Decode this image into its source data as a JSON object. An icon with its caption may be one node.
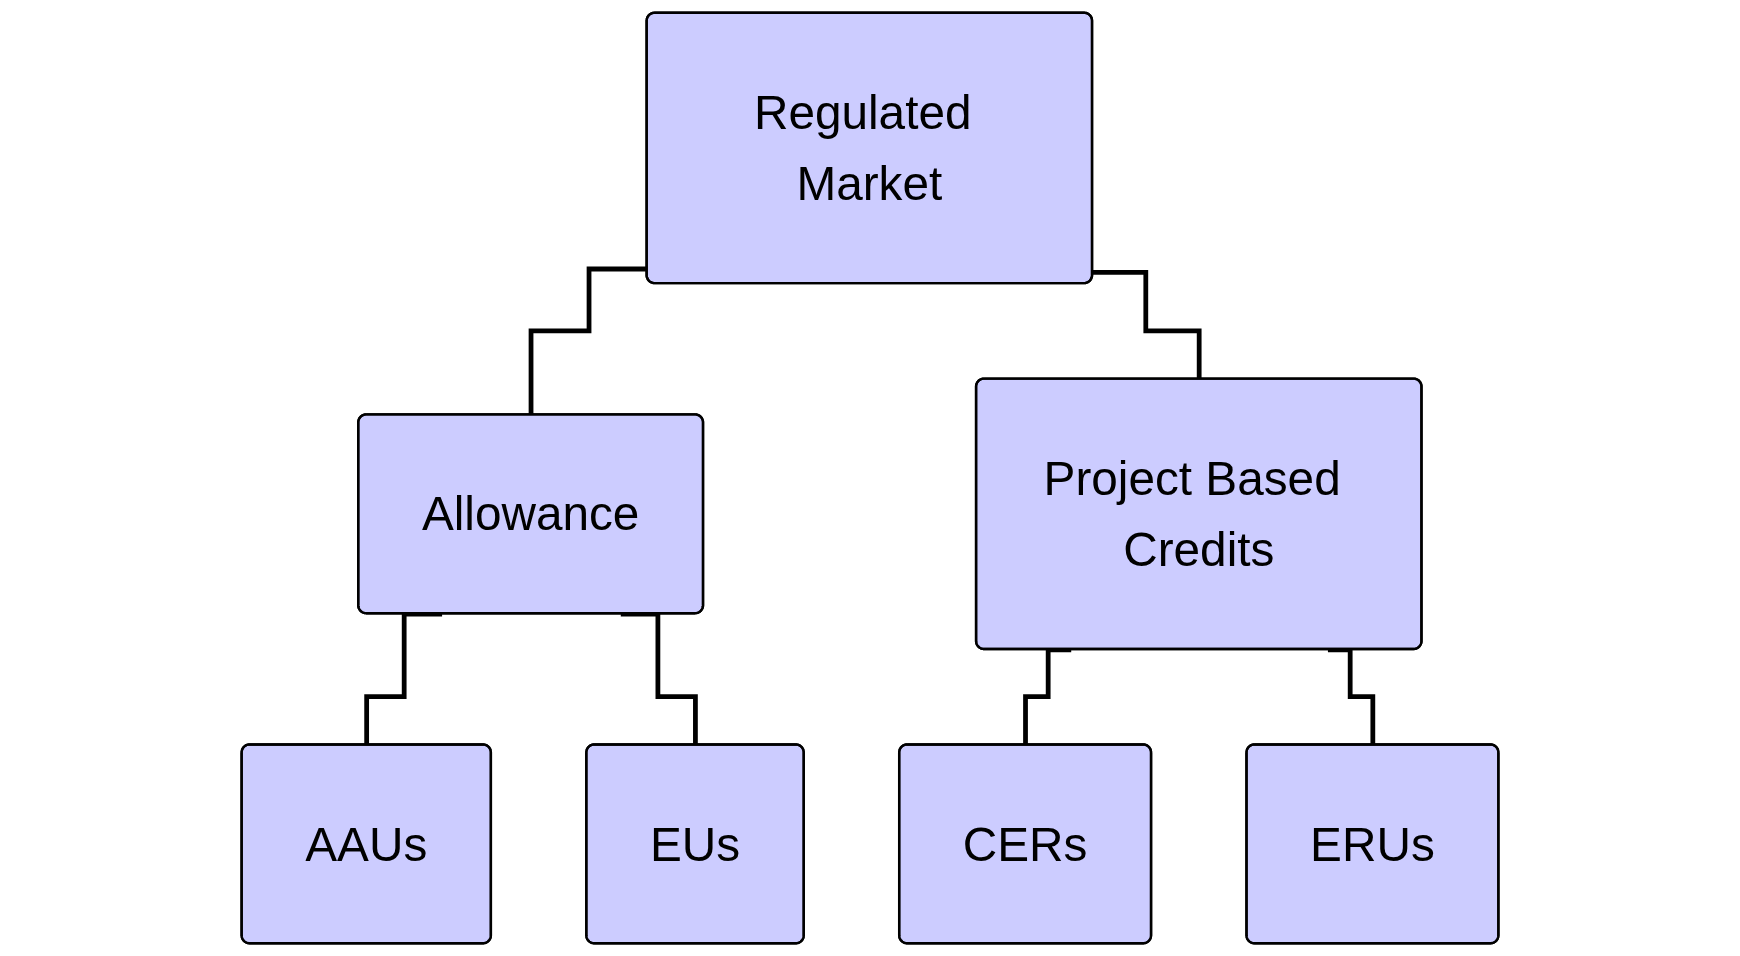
{
  "diagram": {
    "nodes": [
      {
        "text": [
          "Regulated Market"
        ]
      },
      {
        "text": [
          "Allowance"
        ]
      },
      {
        "text": [
          "Project Based Credits"
        ]
      },
      {
        "text": [
          "AAUs"
        ]
      },
      {
        "text": [
          "EUs"
        ]
      },
      {
        "text": [
          "CERs"
        ]
      },
      {
        "text": [
          "ERUs"
        ]
      }
    ],
    "edges": [
      {
        "from": 0,
        "to": 1,
        "arrow": "none"
      },
      {
        "from": 0,
        "to": 2,
        "arrow": "none"
      },
      {
        "from": 1,
        "to": 3,
        "arrow": "none"
      },
      {
        "from": 1,
        "to": 4,
        "arrow": "none"
      },
      {
        "from": 2,
        "to": 5,
        "arrow": "none"
      },
      {
        "from": 2,
        "to": 6,
        "arrow": "none"
      }
    ]
  }
}
